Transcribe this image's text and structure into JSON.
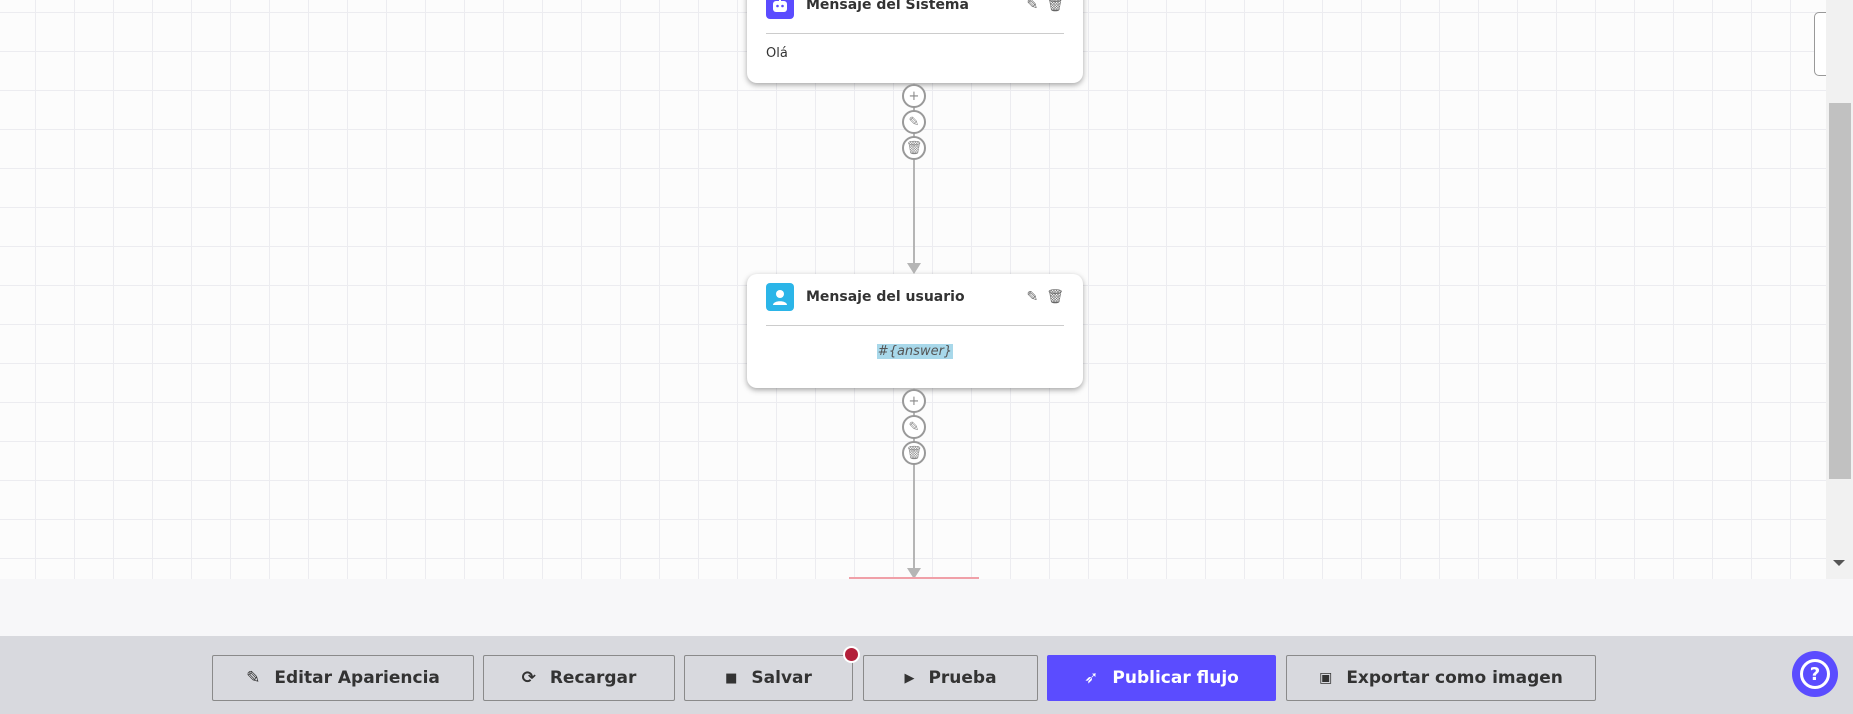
{
  "nodes": [
    {
      "title": "Mensaje del Sistema",
      "body": "Olá",
      "icon": "robot-icon",
      "color": "#5b4cff"
    },
    {
      "title": "Mensaje del usuario",
      "body": "#{answer}",
      "icon": "user-icon",
      "color": "#2bb5e8"
    }
  ],
  "footer": {
    "buttons": [
      {
        "label": "Editar Apariencia",
        "icon": "edit-icon"
      },
      {
        "label": "Recargar",
        "icon": "refresh-icon"
      },
      {
        "label": "Salvar",
        "icon": "save-icon"
      },
      {
        "label": "Prueba",
        "icon": "play-icon"
      },
      {
        "label": "Publicar flujo",
        "icon": "rocket-icon"
      },
      {
        "label": "Exportar como imagen",
        "icon": "image-icon"
      }
    ],
    "unsaved_indicator_color": "#b3203a",
    "accent": "#5b4cff",
    "help": "?"
  }
}
